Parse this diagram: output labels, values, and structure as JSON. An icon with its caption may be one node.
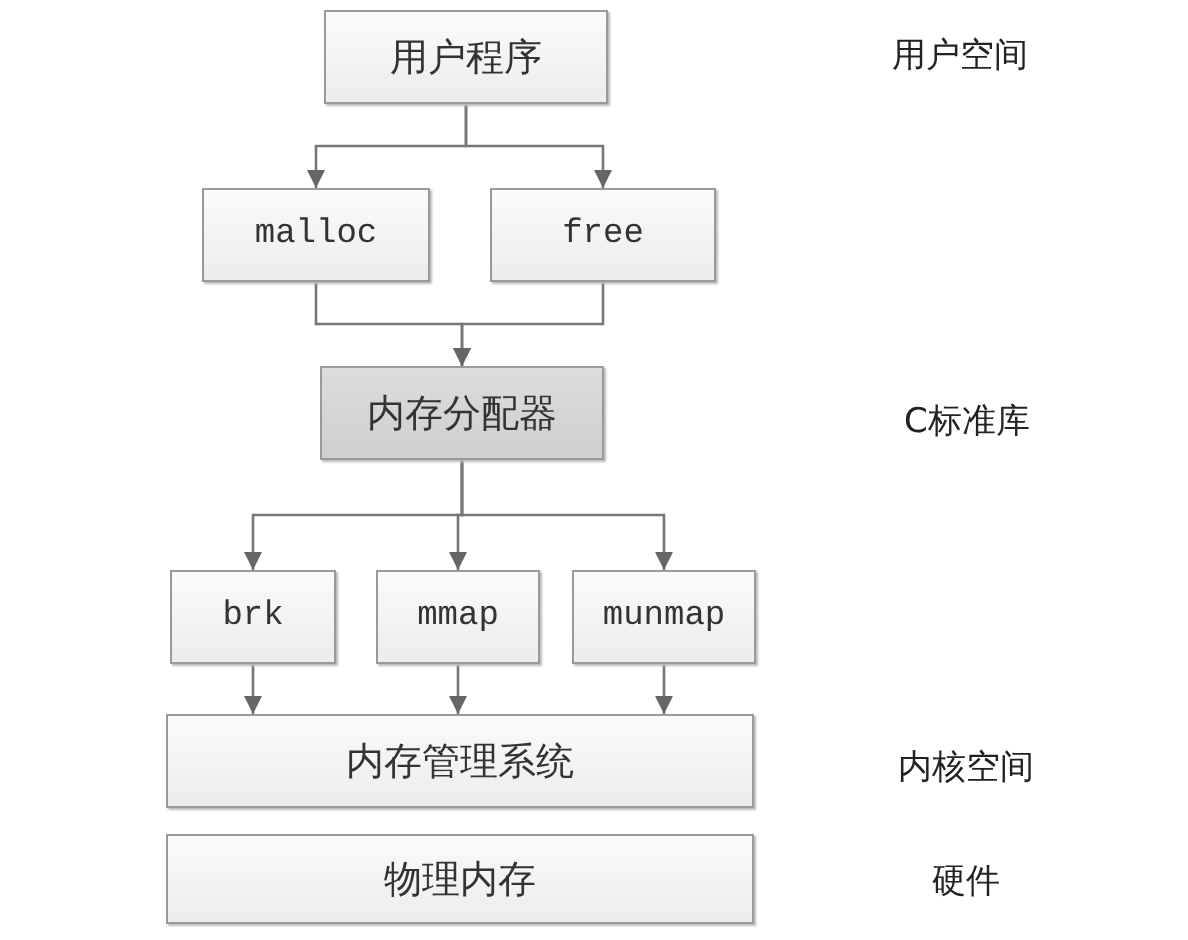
{
  "diagram": {
    "nodes": [
      {
        "text": [
          "用户程序"
        ]
      },
      {
        "text": [
          "malloc"
        ]
      },
      {
        "text": [
          "free"
        ]
      },
      {
        "text": [
          "内存分配器"
        ]
      },
      {
        "text": [
          "brk"
        ]
      },
      {
        "text": [
          "mmap"
        ]
      },
      {
        "text": [
          "munmap"
        ]
      },
      {
        "text": [
          "内存管理系统"
        ]
      },
      {
        "text": [
          "物理内存"
        ]
      }
    ],
    "edges": [
      {
        "from": 0,
        "to": 1,
        "arrow": "to"
      },
      {
        "from": 0,
        "to": 2,
        "arrow": "to"
      },
      {
        "from": 1,
        "to": 3,
        "arrow": "to"
      },
      {
        "from": 2,
        "to": 3,
        "arrow": "to"
      },
      {
        "from": 3,
        "to": 4,
        "arrow": "to"
      },
      {
        "from": 3,
        "to": 5,
        "arrow": "to"
      },
      {
        "from": 3,
        "to": 6,
        "arrow": "to"
      },
      {
        "from": 4,
        "to": 7,
        "arrow": "to"
      },
      {
        "from": 5,
        "to": 7,
        "arrow": "to"
      },
      {
        "from": 6,
        "to": 7,
        "arrow": "to"
      }
    ],
    "labels": [
      "用户空间",
      "C标准库",
      "内核空间",
      "硬件"
    ]
  }
}
